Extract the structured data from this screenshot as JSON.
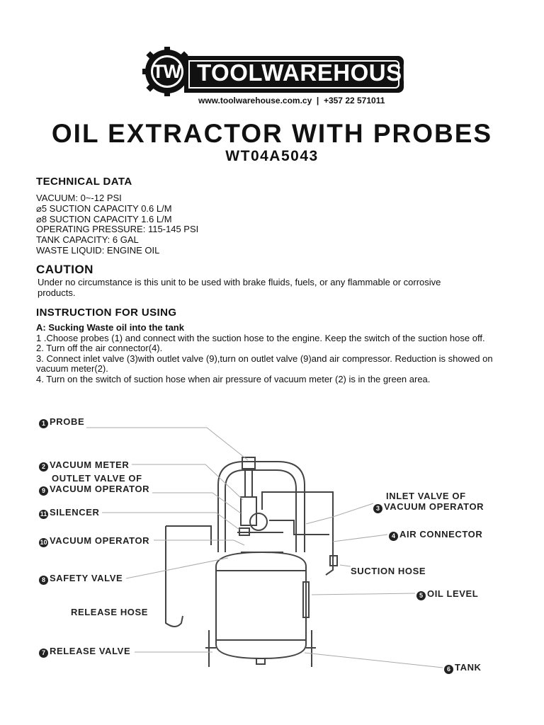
{
  "header": {
    "logo_letters": "TW",
    "brand": "TOOLWAREHOUSE",
    "contact": "www.toolwarehouse.com.cy  |  +357 22 571011"
  },
  "title": "OIL EXTRACTOR WITH PROBES",
  "model": "WT04A5043",
  "technical": {
    "heading": "TECHNICAL DATA",
    "lines": [
      "VACUUM: 0~-12 PSI",
      "⌀5 SUCTION CAPACITY 0.6 L/M",
      "⌀8 SUCTION CAPACITY 1.6 L/M",
      "OPERATING PRESSURE: 115-145 PSI",
      "TANK CAPACITY: 6 GAL",
      "WASTE LIQUID: ENGINE OIL"
    ]
  },
  "caution": {
    "heading": "CAUTION",
    "text": "Under no circumstance is this unit to be used with brake fluids, fuels, or any flammable or corrosive products."
  },
  "instructions": {
    "heading": "INSTRUCTION FOR USING",
    "subheading": "A: Sucking Waste oil into the tank",
    "steps": [
      "1 .Choose probes (1) and connect with the suction hose to the engine. Keep the switch of the suction hose off.",
      "2. Turn off the air connector(4).",
      "3. Connect inlet valve (3)with outlet valve (9),turn on outlet valve (9)and air compressor. Reduction is showed on vacuum meter(2).",
      "4. Turn on the switch of suction hose when air pressure of vacuum meter (2) is in the green area."
    ]
  },
  "diagram": {
    "labels": {
      "probe": {
        "num": "1",
        "text": "PROBE"
      },
      "vacuum_meter": {
        "num": "2",
        "text": "VACUUM METER"
      },
      "outlet_valve_line1": "OUTLET VALVE OF",
      "outlet_valve": {
        "num": "9",
        "text": "VACUUM OPERATOR"
      },
      "silencer": {
        "num": "11",
        "text": "SILENCER"
      },
      "vacuum_operator": {
        "num": "10",
        "text": "VACUUM OPERATOR"
      },
      "safety_valve": {
        "num": "8",
        "text": "SAFETY VALVE"
      },
      "release_hose": "RELEASE HOSE",
      "release_valve": {
        "num": "7",
        "text": "RELEASE VALVE"
      },
      "inlet_valve_line1": "INLET VALVE OF",
      "inlet_valve": {
        "num": "3",
        "text": "VACUUM OPERATOR"
      },
      "air_connector": {
        "num": "4",
        "text": "AIR CONNECTOR"
      },
      "suction_hose": "SUCTION HOSE",
      "oil_level": {
        "num": "5",
        "text": "OIL LEVEL"
      },
      "tank": {
        "num": "6",
        "text": "TANK"
      }
    }
  }
}
